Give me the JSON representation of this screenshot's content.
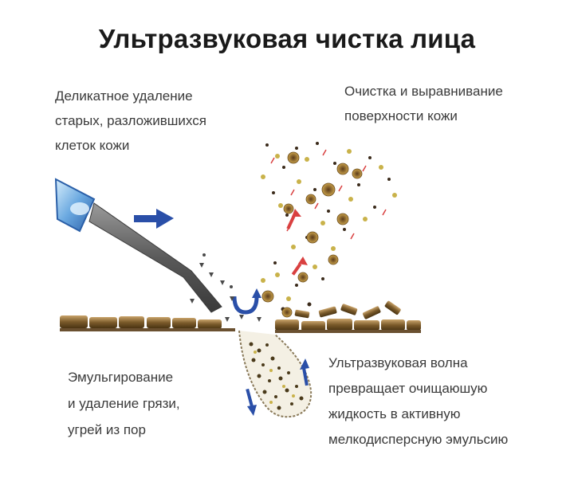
{
  "title": "Ультразвуковая чистка лица",
  "labels": {
    "top_left": [
      "Деликатное удаление",
      "старых, разложившихся",
      "клеток кожи"
    ],
    "top_right": [
      "Очистка и выравнивание",
      "поверхности кожи"
    ],
    "bottom_left": [
      "Эмульгирование",
      "и удаление грязи,",
      "угрей из пор"
    ],
    "bottom_right": [
      "Ультразвуковая волна",
      "превращает очищаюшую",
      "жидкость в активную",
      "мелкодисперсную эмульсию"
    ]
  },
  "colors": {
    "arrow_blue": "#2a4fa8",
    "arrow_red": "#d94040",
    "skin_brown": "#8a6a3a",
    "particle_yellow": "#c9b24a",
    "particle_dark": "#3a2a1a"
  }
}
